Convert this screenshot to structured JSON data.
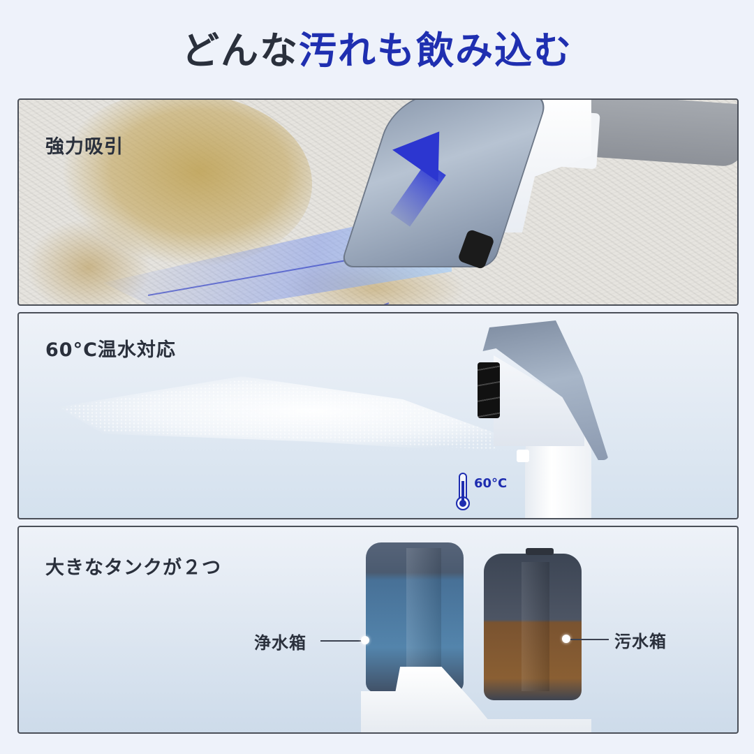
{
  "headline": {
    "part1": "どんな",
    "part2": "汚れも飲み込む",
    "colors": {
      "dark": "#2a303c",
      "accent": "#1f2fb0"
    }
  },
  "panels": [
    {
      "title": "強力吸引",
      "image": "carpet-stain-suction-nozzle"
    },
    {
      "title": "60°C温水対応",
      "image": "hot-water-spray-nozzle",
      "badge": {
        "icon": "thermometer-icon",
        "label": "60°C"
      }
    },
    {
      "title": "大きなタンクが２つ",
      "image": "dual-water-tanks",
      "callouts": [
        {
          "label": "浄水箱",
          "side": "left"
        },
        {
          "label": "污水箱",
          "side": "right"
        }
      ]
    }
  ]
}
